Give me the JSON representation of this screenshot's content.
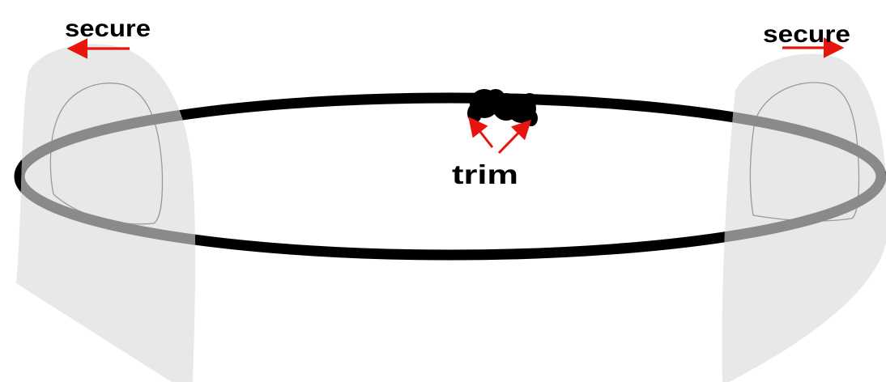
{
  "labels": {
    "secure_left": "secure",
    "secure_right": "secure",
    "trim": "trim"
  },
  "colors": {
    "loop": "#000000",
    "loop_behind_finger": "#8a8a8a",
    "finger_fill": "#e6e6e6",
    "finger_outline": "#9a9a9a",
    "arrow": "#e8150f",
    "text": "#000000"
  }
}
